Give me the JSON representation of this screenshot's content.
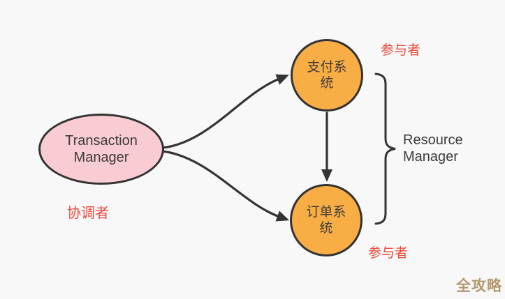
{
  "diagram": {
    "title_hint": "2PC distributed transaction roles diagram",
    "nodes": {
      "transaction_manager": {
        "label": "Transaction Manager",
        "shape": "ellipse",
        "fill": "#f9cbd2"
      },
      "payment_system": {
        "label": "支付系统",
        "shape": "circle",
        "fill": "#f9ae45"
      },
      "order_system": {
        "label": "订单系统",
        "shape": "circle",
        "fill": "#f9ae45"
      }
    },
    "edges": [
      {
        "from": "transaction_manager",
        "to": "payment_system",
        "style": "curved-arrow"
      },
      {
        "from": "transaction_manager",
        "to": "order_system",
        "style": "curved-arrow"
      },
      {
        "from": "payment_system",
        "to": "order_system",
        "style": "straight-arrow"
      }
    ],
    "annotations": {
      "coordinator": "协调者",
      "participant_top": "参与者",
      "participant_bottom": "参与者",
      "resource_manager": "Resource Manager",
      "watermark": "全攻略"
    }
  },
  "colors": {
    "canvas_bg": "#f8f8f8",
    "stroke_dark": "#333333",
    "text_dark": "#3b3b3b",
    "node_pink": "#f9cbd2",
    "node_orange": "#f9ae45",
    "label_red": "#ed4a3d",
    "watermark_gold": "#b5986f"
  }
}
